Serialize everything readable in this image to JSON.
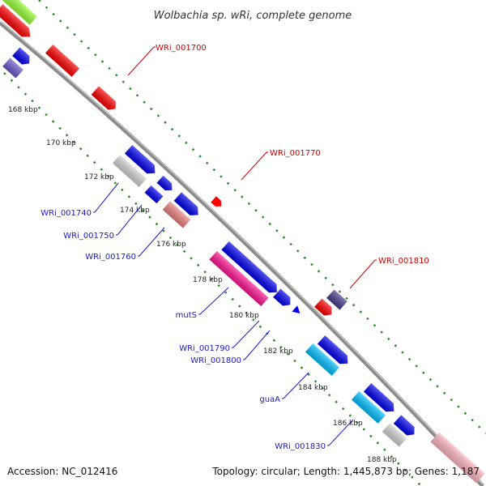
{
  "title": "Wolbachia sp. wRi, complete genome",
  "footer": {
    "accession": "Accession: NC_012416",
    "summary": "Topology: circular; Length: 1,445,873 bp; Genes: 1,187"
  },
  "ticks": [
    "168 kbp",
    "170 kbp",
    "172 kbp",
    "174 kbp",
    "176 kbp",
    "178 kbp",
    "180 kbp",
    "182 kbp",
    "184 kbp",
    "186 kbp",
    "188 kbp"
  ],
  "gene_labels": {
    "wri_001700": "WRi_001700",
    "wri_001770": "WRi_001770",
    "wri_001810": "WRi_001810",
    "wri_001740": "WRi_001740",
    "wri_001750": "WRi_001750",
    "wri_001760": "WRi_001760",
    "muts": "mutS",
    "wri_001790": "WRi_001790",
    "wri_001800": "WRi_001800",
    "guaa": "guaA",
    "wri_001830": "WRi_001830"
  },
  "colors": {
    "backbone": "#8a8a8a",
    "tick_dots": "#2e8b2e",
    "label_red": "#cc0000",
    "label_blue": "#1a1acc",
    "gene_red": "#ff0000",
    "gene_blue": "#0000ee",
    "gene_light_green": "#99ff33",
    "gene_purple": "#6a5acd",
    "gene_dark_slate": "#483d8b",
    "gene_gray": "#d3d3d3",
    "gene_salmon": "#f08080",
    "gene_pink": "#ff1493",
    "gene_cyan": "#00bfff",
    "gene_light_pink": "#ffb6c1"
  }
}
